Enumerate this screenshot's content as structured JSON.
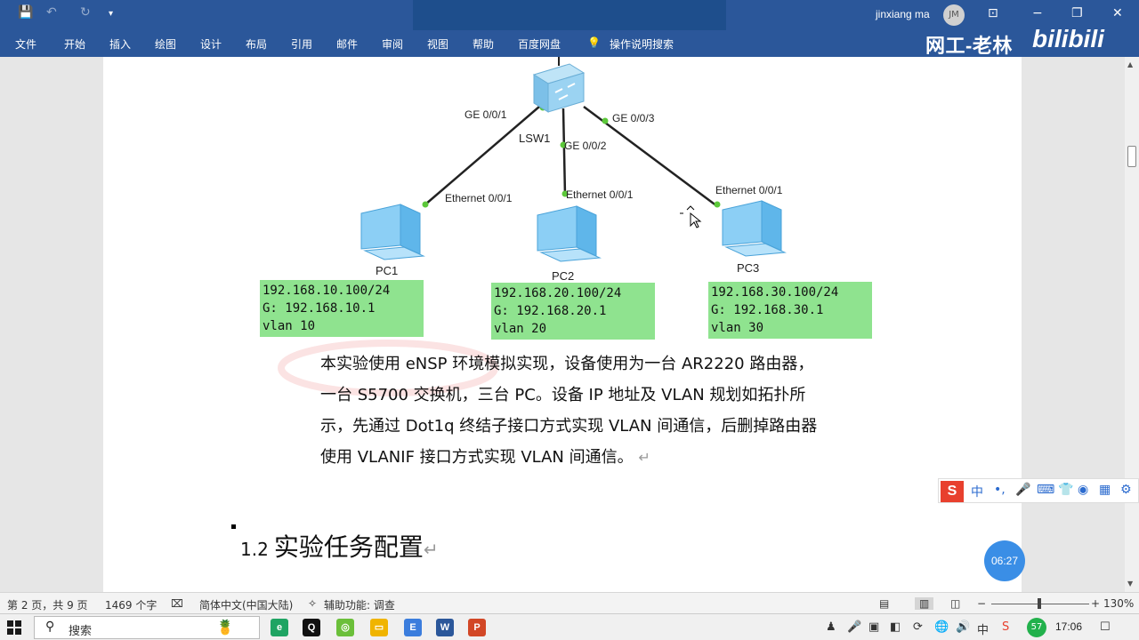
{
  "window": {
    "user_name": "jinxiang ma",
    "avatar_initials": "JM",
    "minimize": "−",
    "restore": "❐",
    "close": "✕",
    "ribbon_display": "⊡"
  },
  "ribbon": {
    "tabs": [
      "文件",
      "开始",
      "插入",
      "绘图",
      "设计",
      "布局",
      "引用",
      "邮件",
      "审阅",
      "视图",
      "帮助",
      "百度网盘"
    ],
    "tell_me": "操作说明搜索"
  },
  "overlay": {
    "channel_watermark": "网工-老林",
    "bilibili_logo": "bilibili",
    "timer": "06:27"
  },
  "diagram": {
    "switch_name": "LSW1",
    "links": [
      {
        "switch_port": "GE 0/0/1",
        "pc_port": "Ethernet 0/0/1"
      },
      {
        "switch_port": "GE 0/0/2",
        "pc_port": "Ethernet 0/0/1"
      },
      {
        "switch_port": "GE 0/0/3",
        "pc_port": "Ethernet 0/0/1"
      }
    ],
    "pcs": [
      {
        "name": "PC1",
        "ip": "192.168.10.100/24",
        "gw": "G: 192.168.10.1",
        "vlan": "vlan 10"
      },
      {
        "name": "PC2",
        "ip": "192.168.20.100/24",
        "gw": "G: 192.168.20.1",
        "vlan": "vlan 20"
      },
      {
        "name": "PC3",
        "ip": "192.168.30.100/24",
        "gw": "G: 192.168.30.1",
        "vlan": "vlan 30"
      }
    ]
  },
  "document": {
    "paragraph_lines": [
      "本实验使用 eNSP 环境模拟实现，设备使用为一台 AR2220 路由器，",
      "一台 S5700 交换机，三台 PC。设备 IP 地址及 VLAN 规划如拓扑所",
      "示，先通过 Dot1q 终结子接口方式实现 VLAN 间通信，后删掉路由器",
      "使用 VLANIF 接口方式实现 VLAN 间通信。"
    ],
    "return_mark": "↵",
    "heading_number": "1.2",
    "heading_text": "实验任务配置"
  },
  "statusbar": {
    "page_info": "第 2 页，共 9 页",
    "word_count": "1469 个字",
    "language": "简体中文(中国大陆)",
    "accessibility": "辅助功能: 调查",
    "zoom": "130%"
  },
  "ime": {
    "logo": "S",
    "mode": "中"
  },
  "taskbar": {
    "search_placeholder": "搜索",
    "time": "17:06"
  }
}
